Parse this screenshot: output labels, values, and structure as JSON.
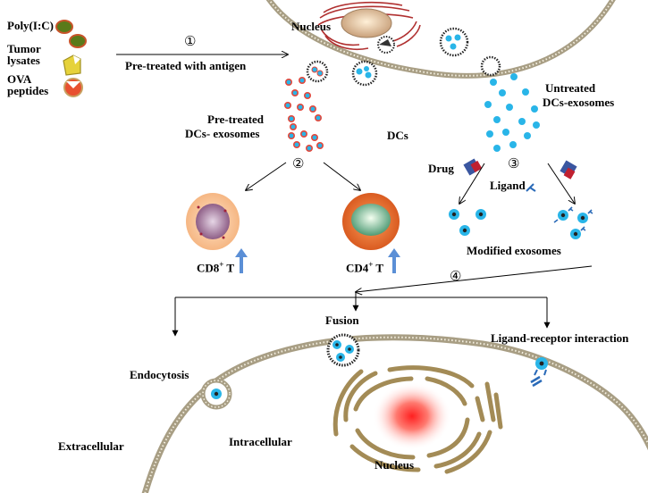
{
  "legend": {
    "polyic": "Poly(I:C)",
    "tumor_line1": "Tumor",
    "tumor_line2": "lysates",
    "ova_line1": "OVA",
    "ova_line2": "peptides"
  },
  "labels": {
    "nucleus_top": "Nucleus",
    "pretreat_arrow": "Pre-treated with antigen",
    "pretreated_line1": "Pre-treated",
    "pretreated_line2": "DCs- exosomes",
    "dcs": "DCs",
    "untreated_line1": "Untreated",
    "untreated_line2": "DCs-exosomes",
    "drug": "Drug",
    "ligand": "Ligand",
    "modified": "Modified exosomes",
    "cd8_base": "CD8",
    "cd8_sup": "+",
    "cd8_t": " T",
    "cd4_base": "CD4",
    "cd4_sup": "+",
    "cd4_t": " T",
    "fusion": "Fusion",
    "ligand_receptor": "Ligand-receptor interaction",
    "endocytosis": "Endocytosis",
    "extracellular": "Extracellular",
    "intracellular": "Intracellular",
    "nucleus_bottom": "Nucleus"
  },
  "steps": {
    "s1": "①",
    "s2": "②",
    "s3": "③",
    "s4": "④"
  },
  "colors": {
    "membrane": "#a89e84",
    "exosome_blue": "#29b5e8",
    "exosome_red": "#e2483c",
    "er": "#b03030",
    "nucleus_ring": "#a38b56",
    "arrow_blue": "#5b8fd6",
    "cd8_fill": "#f9c79a",
    "cd4_fill": "#e26a2a"
  }
}
